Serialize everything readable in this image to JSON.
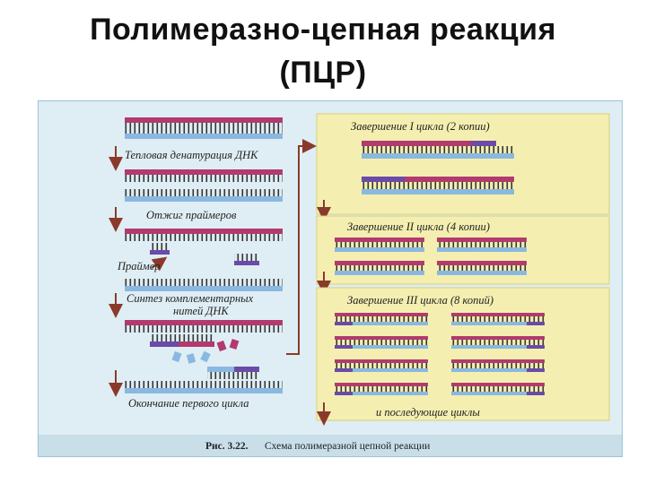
{
  "slide": {
    "title_line1": "Полимеразно-цепная реакция",
    "title_line2": "(ПЦР)"
  },
  "left_steps": {
    "denaturation": "Тепловая денатурация ДНК",
    "annealing": "Отжиг праймеров",
    "primer": "Праймер",
    "synthesis_line1": "Синтез комплементарных",
    "synthesis_line2": "нитей ДНК",
    "end_first_cycle": "Окончание первого цикла"
  },
  "right_panels": {
    "cycle1": "Завершение I цикла (2 копии)",
    "cycle2": "Завершение II цикла (4 копии)",
    "cycle3": "Завершение III цикла (8 копий)",
    "following": "и последующие циклы"
  },
  "caption": {
    "label": "Рис. 3.22.",
    "text": "Схема полимеразной цепной реакции"
  },
  "colors": {
    "strand_magenta": "#b23a6e",
    "strand_blue": "#8ab8e0",
    "primer_purple": "#6b4aa8",
    "panel_yellow": "#f4efb0",
    "figure_bg": "#dfeef4",
    "arrow_brown": "#8a3a2a"
  }
}
